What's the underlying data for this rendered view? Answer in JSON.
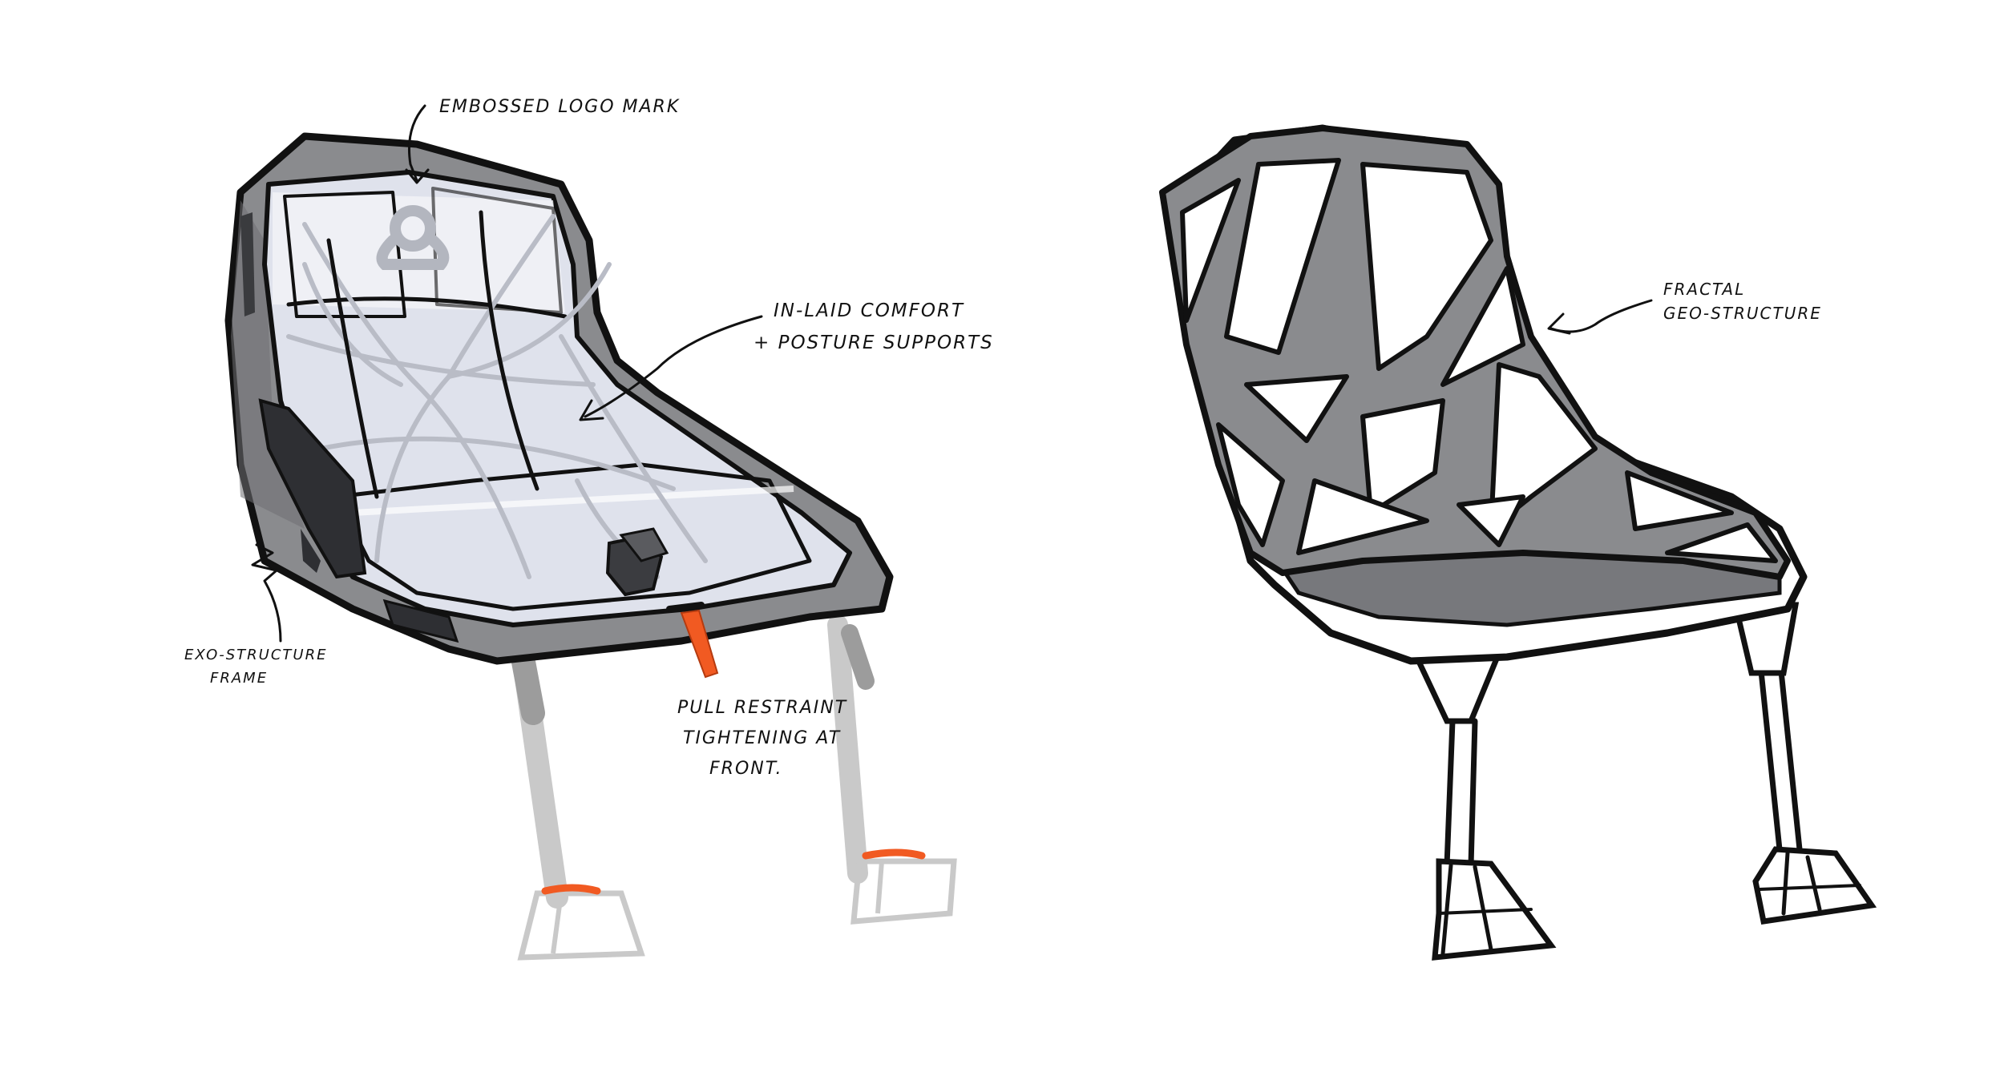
{
  "annotations": {
    "emboss": "EMBOSSED LOGO MARK",
    "comfort_1": "IN-LAID COMFORT",
    "comfort_2": "+ POSTURE SUPPORTS",
    "exo_1": "EXO-STRUCTURE",
    "exo_2": "FRAME",
    "pull_1": "PULL RESTRAINT",
    "pull_2": "TIGHTENING AT",
    "pull_3": "FRONT.",
    "fractal_1": "FRACTAL",
    "fractal_2": "GEO-STRUCTURE"
  },
  "colors": {
    "ink": "#111111",
    "shell_grey": "#8a8b8e",
    "dark_grey": "#6f7073",
    "seat_light": "#dfe2ec",
    "accent_orange": "#f15a22",
    "leg_light": "#c9c9c9"
  }
}
